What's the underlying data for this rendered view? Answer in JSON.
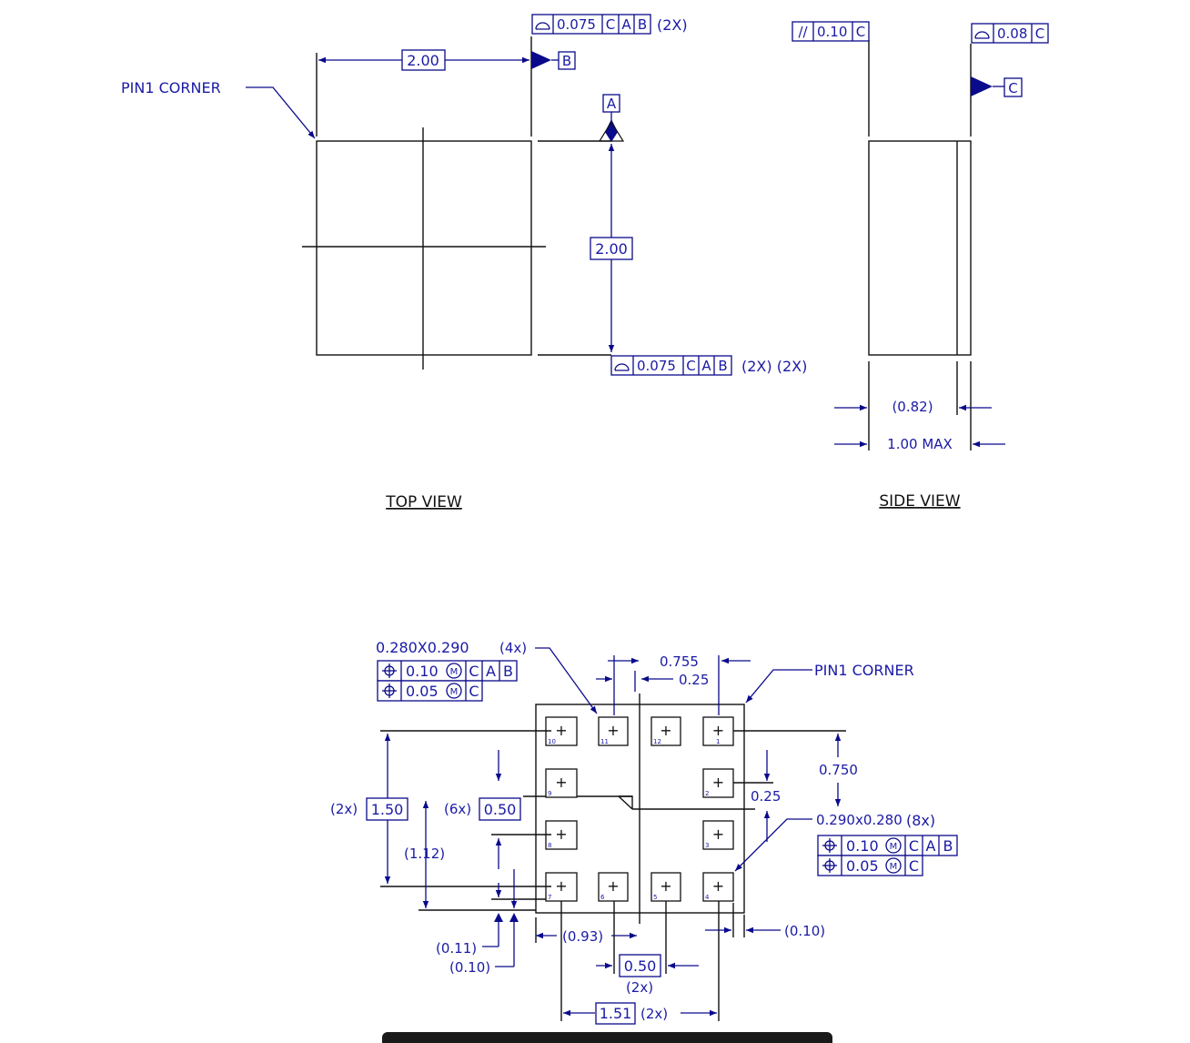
{
  "top_view": {
    "title": "TOP VIEW",
    "pin1_label": "PIN1 CORNER",
    "width_dim": "2.00",
    "height_dim": "2.00",
    "datum_a": "A",
    "datum_b": "B",
    "fcf_top": {
      "value": "0.075",
      "refs": [
        "C",
        "A",
        "B"
      ],
      "mult": "(2X)"
    },
    "fcf_bottom": {
      "value": "0.075",
      "refs": [
        "C",
        "A",
        "B"
      ],
      "mult": "(2X) (2X)"
    }
  },
  "side_view": {
    "title": "SIDE VIEW",
    "parallel_fcf": {
      "symbol": "//",
      "value": "0.10",
      "ref": "C"
    },
    "profile_fcf": {
      "value": "0.08",
      "ref": "C"
    },
    "datum_c": "C",
    "body_dim": "(0.82)",
    "max_dim": "1.00  MAX"
  },
  "bottom_view": {
    "pin1_label": "PIN1  CORNER",
    "pad_size_4x": "0.280X0.290",
    "pad_size_4x_mult": "(4x)",
    "fcf_4x_row1": {
      "value": "0.10",
      "refs": [
        "C",
        "A",
        "B"
      ]
    },
    "fcf_4x_row2": {
      "value": "0.05",
      "refs": [
        "C"
      ]
    },
    "pad_size_8x": "0.290x0.280",
    "pad_size_8x_mult": "(8x)",
    "fcf_8x_row1": {
      "value": "0.10",
      "refs": [
        "C",
        "A",
        "B"
      ]
    },
    "fcf_8x_row2": {
      "value": "0.05",
      "refs": [
        "C"
      ]
    },
    "modifier": "M",
    "dim_0755": "0.755",
    "dim_025_top": "0.25",
    "dim_0750": "0.750",
    "dim_025_right": "0.25",
    "dim_150_prefix": "(2x)",
    "dim_150": "1.50",
    "dim_050_prefix": "(6x)",
    "dim_050": "0.50",
    "dim_112": "(1.12)",
    "dim_011": "(0.11)",
    "dim_010_left": "(0.10)",
    "dim_093": "(0.93)",
    "dim_050_bottom": "0.50",
    "dim_050_bottom_mult": "(2x)",
    "dim_151": "1.51",
    "dim_151_mult": "(2x)",
    "dim_010_right": "(0.10)",
    "pins": [
      "10",
      "11",
      "12",
      "1",
      "9",
      "2",
      "8",
      "3",
      "7",
      "6",
      "5",
      "4"
    ]
  },
  "colors": {
    "dimension": "#0a0a8c",
    "outline": "#111111"
  }
}
